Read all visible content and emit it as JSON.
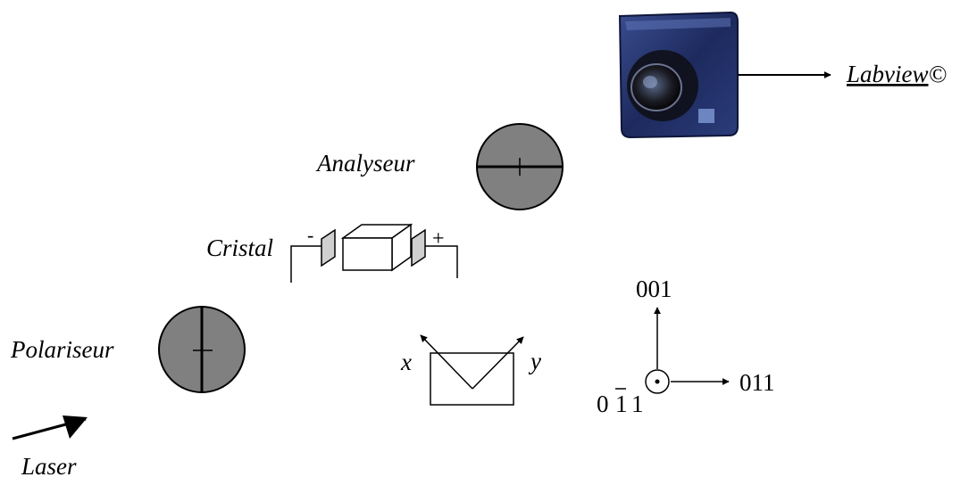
{
  "labels": {
    "laser": "Laser",
    "polariseur": "Polariseur",
    "cristal": "Cristal",
    "analyseur": "Analyseur",
    "labview": "Labview",
    "copyright": "©",
    "minus": "-",
    "plus": "+",
    "x": "x",
    "y": "y"
  },
  "axes": {
    "up": "001",
    "right": "011",
    "out_left": "0",
    "out_bar": "1",
    "out_right": "1"
  },
  "colors": {
    "polarizer_fill": "#808080",
    "electrode_fill": "#d0d0d0",
    "camera_body": "#1d2a5e",
    "line": "#000000"
  },
  "icons": {
    "camera": "camera-icon",
    "laser_arrow": "arrow-icon"
  }
}
